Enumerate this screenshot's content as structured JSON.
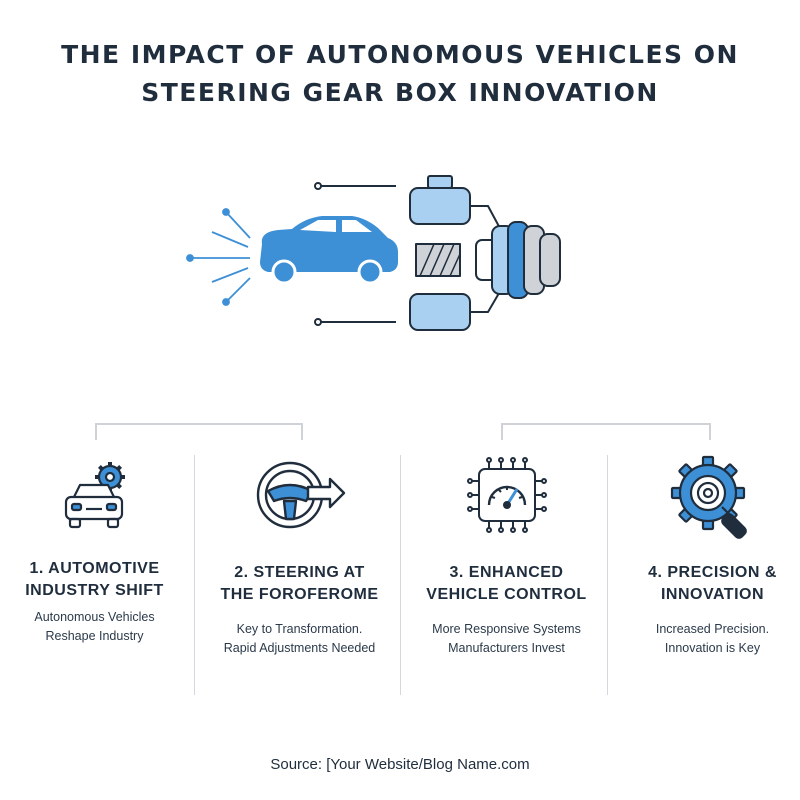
{
  "title": {
    "line1": "THE IMPACT OF AUTONOMOUS VEHICLES ON",
    "line2": "STEERING GEAR BOX INNOVATION"
  },
  "colors": {
    "navy": "#1f2d3d",
    "blue": "#3d8fd6",
    "light_blue": "#a9d0f0",
    "gray": "#cfd3d7"
  },
  "hero": {
    "icons": [
      "sensor-rays-icon",
      "car-icon",
      "steering-gear-box-icon"
    ]
  },
  "columns": [
    {
      "icon": "car-gear-icon",
      "title_line1": "1. AUTOMOTIVE",
      "title_line2": "INDUSTRY SHIFT",
      "desc_line1": "Autonomous Vehicles",
      "desc_line2": "Reshape Industry"
    },
    {
      "icon": "steering-wheel-arrow-icon",
      "title_line1": "2. STEERING AT",
      "title_line2": "THE FOROFEROME",
      "desc_line1": "Key to Transformation.",
      "desc_line2": "Rapid Adjustments Needed"
    },
    {
      "icon": "chip-gauge-icon",
      "title_line1": "3. ENHANCED",
      "title_line2": "VEHICLE CONTROL",
      "desc_line1": "More Responsive Systems",
      "desc_line2": "Manufacturers Invest"
    },
    {
      "icon": "gear-magnifier-icon",
      "title_line1": "4. PRECISION &",
      "title_line2": "INNOVATION",
      "desc_line1": "Increased Precision.",
      "desc_line2": "Innovation is Key"
    }
  ],
  "source": "Source: [Your Website/Blog Name.com"
}
